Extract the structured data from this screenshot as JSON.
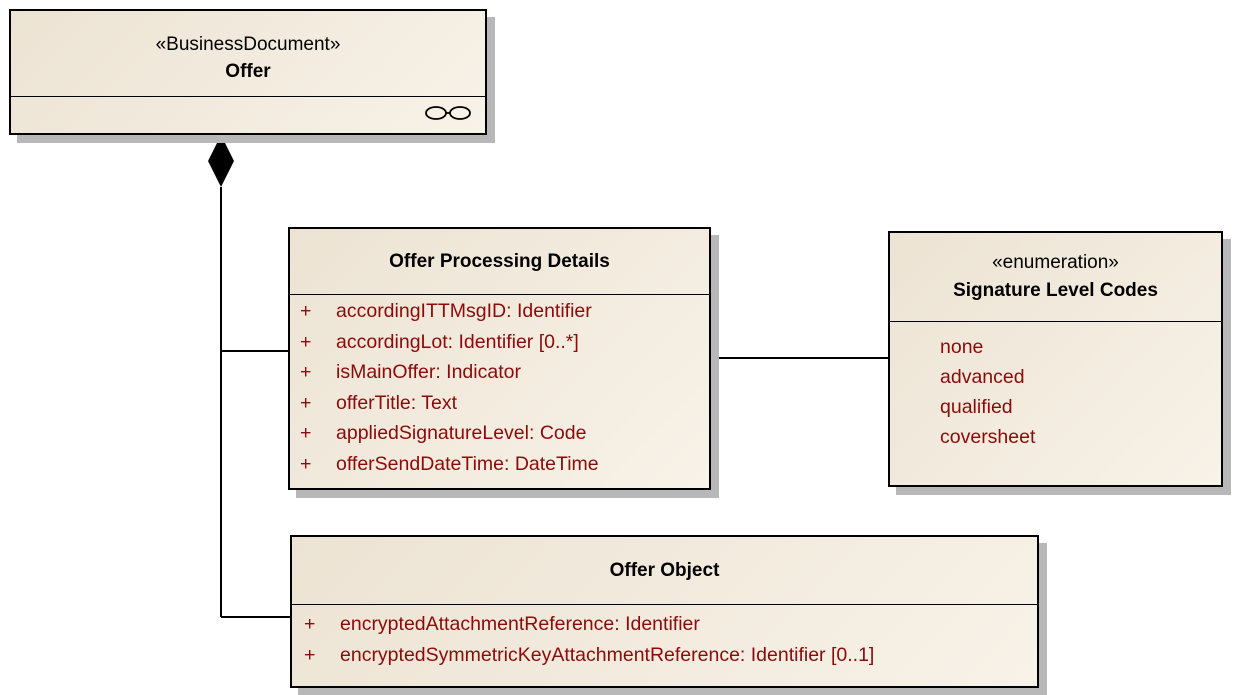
{
  "offer": {
    "stereotype": "«BusinessDocument»",
    "name": "Offer"
  },
  "processing_details": {
    "name": "Offer Processing Details",
    "attributes": [
      {
        "visibility": "+",
        "text": "accordingITTMsgID:  Identifier"
      },
      {
        "visibility": "+",
        "text": "accordingLot:  Identifier [0..*]"
      },
      {
        "visibility": "+",
        "text": "isMainOffer:  Indicator"
      },
      {
        "visibility": "+",
        "text": "offerTitle:  Text"
      },
      {
        "visibility": "+",
        "text": "appliedSignatureLevel:  Code"
      },
      {
        "visibility": "+",
        "text": "offerSendDateTime:  DateTime"
      }
    ]
  },
  "signature_codes": {
    "stereotype": "«enumeration»",
    "name": "Signature Level Codes",
    "literals": [
      "none",
      "advanced",
      "qualified",
      "coversheet"
    ]
  },
  "offer_object": {
    "name": "Offer Object",
    "attributes": [
      {
        "visibility": "+",
        "text": "encryptedAttachmentReference:  Identifier"
      },
      {
        "visibility": "+",
        "text": "encryptedSymmetricKeyAttachmentReference:  Identifier [0..1]"
      }
    ]
  }
}
